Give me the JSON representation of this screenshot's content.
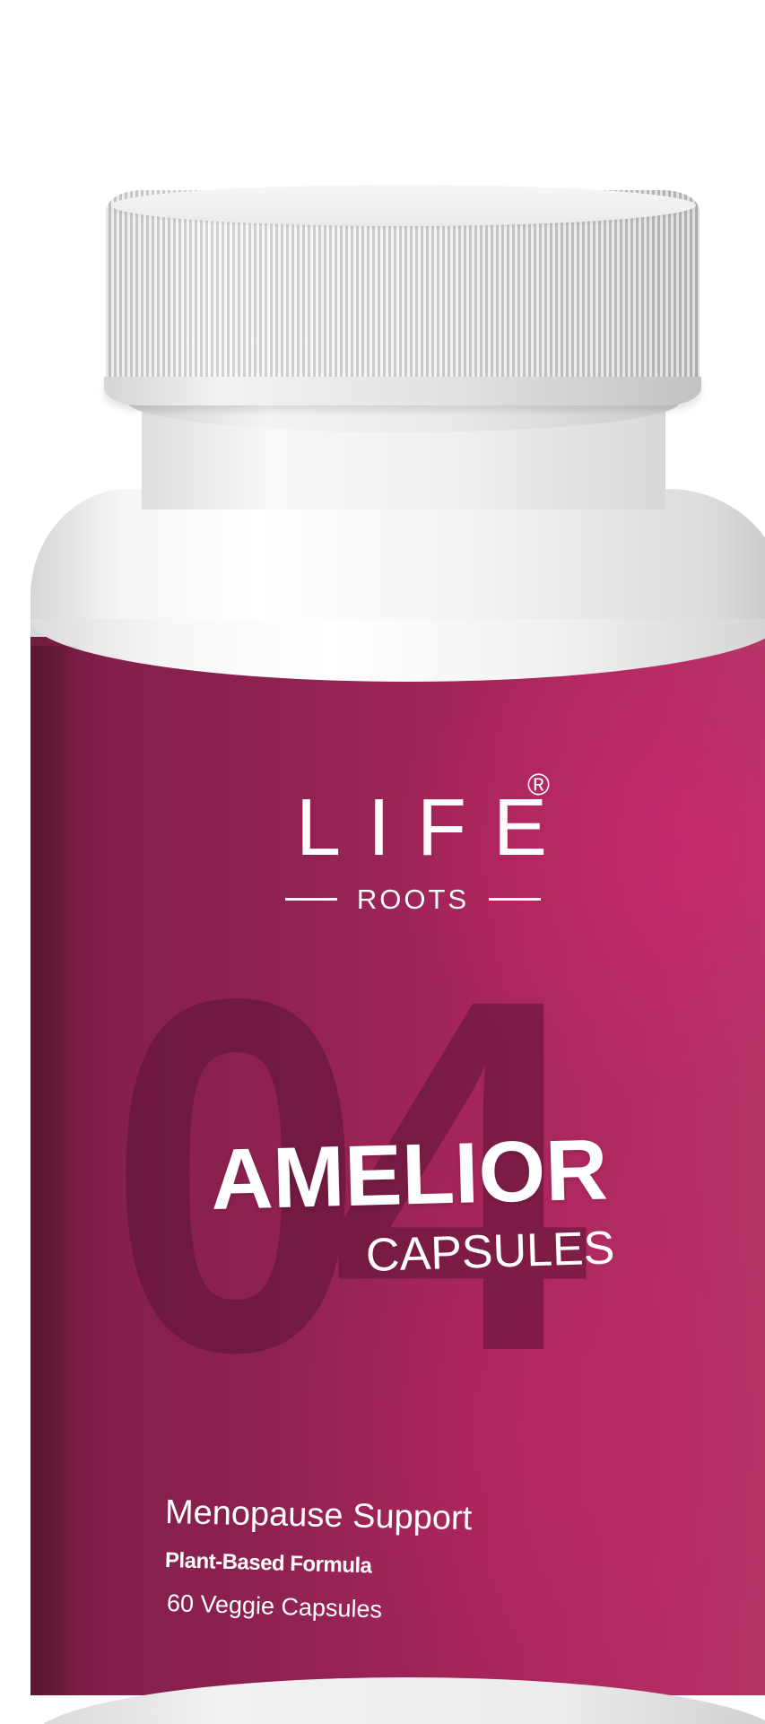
{
  "product": {
    "brand": {
      "name": "LIFE",
      "registered_mark": "®",
      "sub_name": "ROOTS"
    },
    "number": "04",
    "name": "AMELIOR",
    "form": "CAPSULES",
    "claims": {
      "main": "Menopause Support",
      "sub": "Plant-Based Formula",
      "count": "60 Veggie Capsules"
    }
  },
  "colors": {
    "label": "#8d2150",
    "label_highlight": "#b42c64",
    "number_overlay": "#5a1434",
    "text": "#ffffff",
    "cap": "#e6e6e4",
    "bottle": "#f6f6f6"
  }
}
